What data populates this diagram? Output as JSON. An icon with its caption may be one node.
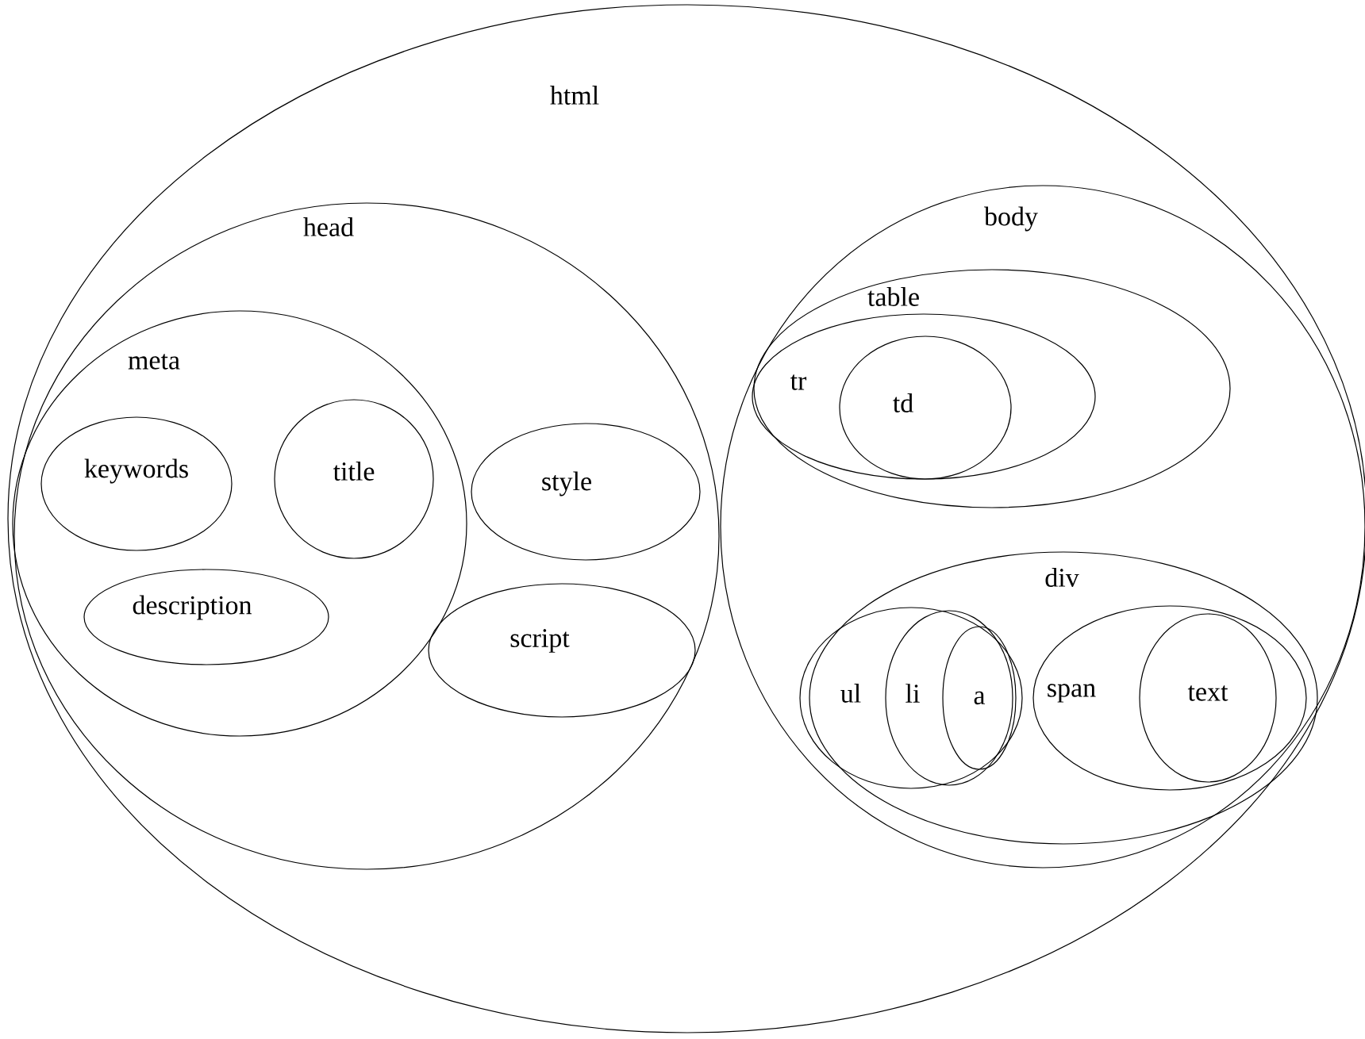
{
  "diagram": {
    "nodes": [
      {
        "text": [
          "html"
        ]
      },
      {
        "text": [
          "head"
        ],
        "in": 0
      },
      {
        "text": [
          "body"
        ],
        "in": 0
      },
      {
        "text": [
          "meta"
        ],
        "in": 1
      },
      {
        "text": [
          "keywords"
        ],
        "in": 3
      },
      {
        "text": [
          "title"
        ],
        "in": 3
      },
      {
        "text": [
          "description"
        ],
        "in": 3
      },
      {
        "text": [
          "style"
        ],
        "in": 1
      },
      {
        "text": [
          "script"
        ],
        "in": 1
      },
      {
        "text": [
          "table"
        ],
        "in": 2
      },
      {
        "text": [
          "tr"
        ],
        "in": 9
      },
      {
        "text": [
          "td"
        ],
        "in": 10
      },
      {
        "text": [
          "div"
        ],
        "in": 2
      },
      {
        "text": [
          "ul"
        ],
        "in": 12
      },
      {
        "text": [
          "li"
        ],
        "in": 13
      },
      {
        "text": [
          "a"
        ],
        "in": 14
      },
      {
        "text": [
          "span"
        ],
        "in": 12
      },
      {
        "text": [
          "text"
        ],
        "in": 16
      }
    ]
  }
}
